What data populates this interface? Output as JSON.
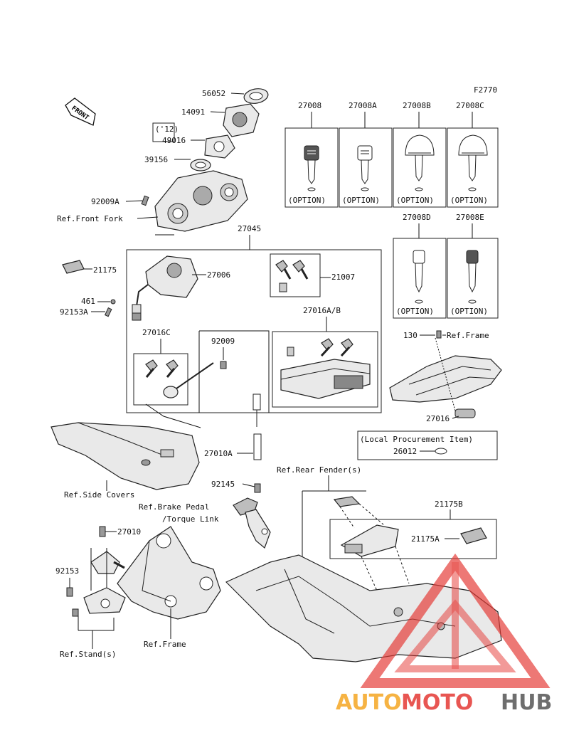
{
  "figure_code": "F2770",
  "front_label": "FRONT",
  "watermark": {
    "auto": "AUTO",
    "moto": "MOTO",
    "hub": "HUB",
    "colors": {
      "orange": "#f5a623",
      "red": "#e53935",
      "gray": "#555555"
    }
  },
  "labels": {
    "p56052": "56052",
    "p14091": "14091",
    "p12": "('12)",
    "p49016": "49016",
    "p39156": "39156",
    "p92009a": "92009A",
    "ref_front_fork": "Ref.Front Fork",
    "p27045": "27045",
    "p21175": "21175",
    "p27006": "27006",
    "p461": "461",
    "p92153a": "92153A",
    "p21007": "21007",
    "p27016ab": "27016A/B",
    "p27016c": "27016C",
    "p92009": "92009",
    "p27008": "27008",
    "p27008a": "27008A",
    "p27008b": "27008B",
    "p27008c": "27008C",
    "p27008d": "27008D",
    "p27008e": "27008E",
    "option": "(OPTION)",
    "p130": "130",
    "ref_frame_top": "Ref.Frame",
    "p27016": "27016",
    "local_proc": "(Local Procurement Item)",
    "p26012": "26012",
    "p27010a": "27010A",
    "ref_rear_fender": "Ref.Rear Fender(s)",
    "ref_side_covers": "Ref.Side Covers",
    "p92145": "92145",
    "ref_brake_pedal": "Ref.Brake Pedal",
    "torque_link": "/Torque Link",
    "p27010": "27010",
    "p21175b": "21175B",
    "p21175a": "21175A",
    "p92153": "92153",
    "ref_stand": "Ref.Stand(s)",
    "ref_frame_bottom": "Ref.Frame"
  }
}
